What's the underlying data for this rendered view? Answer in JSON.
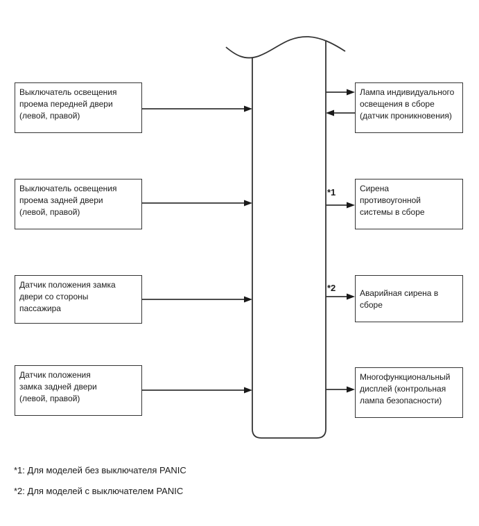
{
  "diagram": {
    "background": "#ffffff",
    "line_color": "#333333",
    "text_color": "#1a1a1a",
    "left_boxes": [
      {
        "label": "Выключатель освещения\nпроема передней двери\n(левой, правой)"
      },
      {
        "label": "Выключатель освещения\nпроема задней двери\n(левой, правой)"
      },
      {
        "label": "Датчик положения замка\nдвери со стороны\nпассажира"
      },
      {
        "label": "Датчик положения\nзамка задней двери\n(левой, правой)"
      }
    ],
    "right_boxes": [
      {
        "label": "Лампа индивидуального\nосвещения в сборе\n(датчик проникновения)"
      },
      {
        "label": "Сирена\nпротивоугонной\nсистемы в сборе"
      },
      {
        "label": "Аварийная сирена в\nсборе"
      },
      {
        "label": "Многофункциональный\nдисплей (контрольная\nлампа безопасности)"
      }
    ],
    "arrow_labels": [
      {
        "text": "*1"
      },
      {
        "text": "*2"
      }
    ],
    "footnotes": [
      {
        "text": "*1: Для моделей без выключателя PANIC"
      },
      {
        "text": "*2: Для моделей с выключателем PANIC"
      }
    ]
  }
}
